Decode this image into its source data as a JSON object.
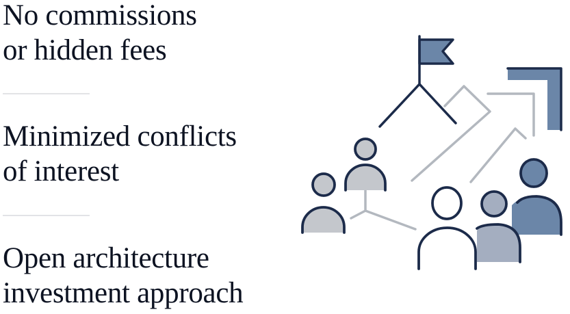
{
  "features": [
    {
      "lines": [
        "No commissions",
        "or hidden fees"
      ]
    },
    {
      "lines": [
        "Minimized conflicts",
        "of interest"
      ]
    },
    {
      "lines": [
        "Open architecture",
        "investment approach"
      ]
    }
  ],
  "illustration": {
    "icon": "team-goal-growth-illustration",
    "colors": {
      "navy": "#1c2b4a",
      "blue": "#6b86a8",
      "slate": "#a4aec0",
      "gray": "#c4c7cc",
      "line_gray": "#b3b8bf"
    }
  }
}
